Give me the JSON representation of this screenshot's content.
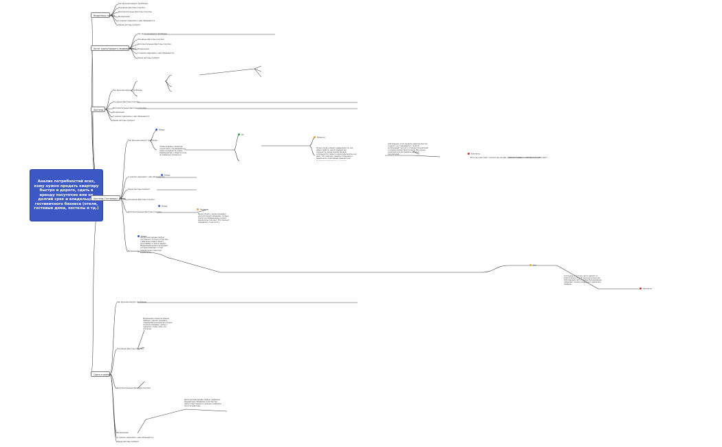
{
  "root": {
    "title": "Анализ потребностей всех, кому нужно продать квартиру быстро и дорого, сдать в аренду посуточно или на долгий срок и владельцев гостиничного бизнеса (отели, гостевые дома, хостелы и тд.)"
  },
  "branches": [
    {
      "label": "Владельцы жилья",
      "items": [
        "Как функционируют проблемы",
        "Основные факторы покупки",
        "Дополнительные факторы покупки",
        "Возражения",
        "С какими задачами к нам обращаются",
        "Какие методы пробуют"
      ]
    },
    {
      "label": "Хотят сдать/продать недвижимость",
      "items": [
        "Как функционируют проблемы",
        "Основные факторы покупки",
        "Дополнительные факторы покупки",
        "Возражения",
        "С какими задачами к нам обращаются",
        "Какие методы пробуют"
      ]
    },
    {
      "label": "Хостелы",
      "items": [
        "Как функционируют проблемы",
        "Основные факторы покупки",
        "Дополнительные факторы покупки",
        "Возражения",
        "С какими задачами к нам обращаются",
        "Какие методы пробуют"
      ]
    },
    {
      "label": "Хостелы, Гостиницы, отели",
      "items": [
        "Как функционируют проблемы",
        "С какими задачами к нам обращаются",
        "Какие методы пробуют",
        "Основные факторы покупки",
        "Дополнительные факторы покупки",
        "Возражения"
      ]
    },
    {
      "label": "Сдать в аренду",
      "items": [
        "Как функционируют проблемы",
        "Основные факторы покупки",
        "Дополнительные факторы покупки",
        "Возражения",
        "С какими задачами к нам обращаются",
        "Какие методы пробуют"
      ]
    }
  ],
  "tags": {
    "vlad": "Владу",
    "yes": "Да",
    "questions": "Вопросы",
    "decision": "Решение",
    "no": "Нет",
    "contacts": "Контакты"
  },
  "questions": {
    "q1": "Есть ли у вас сайт, сколько вы на нём сделали продаж и как давно он работает?",
    "q2": "Сколько заявок с сайта в месяц?"
  },
  "paragraphs": {
    "p1": "Нужно понять объект недвижимости, как давно сдаётся, какой средний чек, сезонность, какие каналы продаж используются сейчас и какие результаты они дают. Это поможет оценить потенциал и предложить подходящее решение для быстрого роста загрузки и дохода.",
    "p2": "Собственник хочет продать квартиру быстро и дорого, но сталкивается с долгой экспозицией, торгом со стороны покупателей и низким количеством показов. Ему нужен понятный способ привлечь целевых покупателей.",
    "p3": "Чтобы привлечь клиентов, нужно знать, как выделиться среди конкурентов, какие преимущества у объекта и как их правильно показать в объявлении и на сайте.",
    "p4": "Важно понять, какие площадки уже использует владелец, сколько тратит на продвижение и какие результаты получает. Это поможет определить точки роста.",
    "p5": "Посуточная аренда требует постоянного потока гостей. Без стабильных заявок объект простаивает, а доход падает. Владельцам нужен инструмент, который приводит гостей напрямую без комиссий агрегаторов.",
    "p6": "Гостиницы и хостелы часто зависят от агрегаторов и платят высокую комиссию. Собственный сайт и прямые бронирования позволяют снизить издержки и увеличить прибыль.",
    "p7": "Возражения клиентов обычно связаны с ценой, сроками и сомнениями в результате. Нужно показать примеры, кейсы и гарантии, чтобы снять эти опасения.",
    "p8": "Долгосрочная аренда требует надёжных арендаторов. Владелец хочет быстро найти ответственного жильца и избежать простоя квартиры."
  }
}
